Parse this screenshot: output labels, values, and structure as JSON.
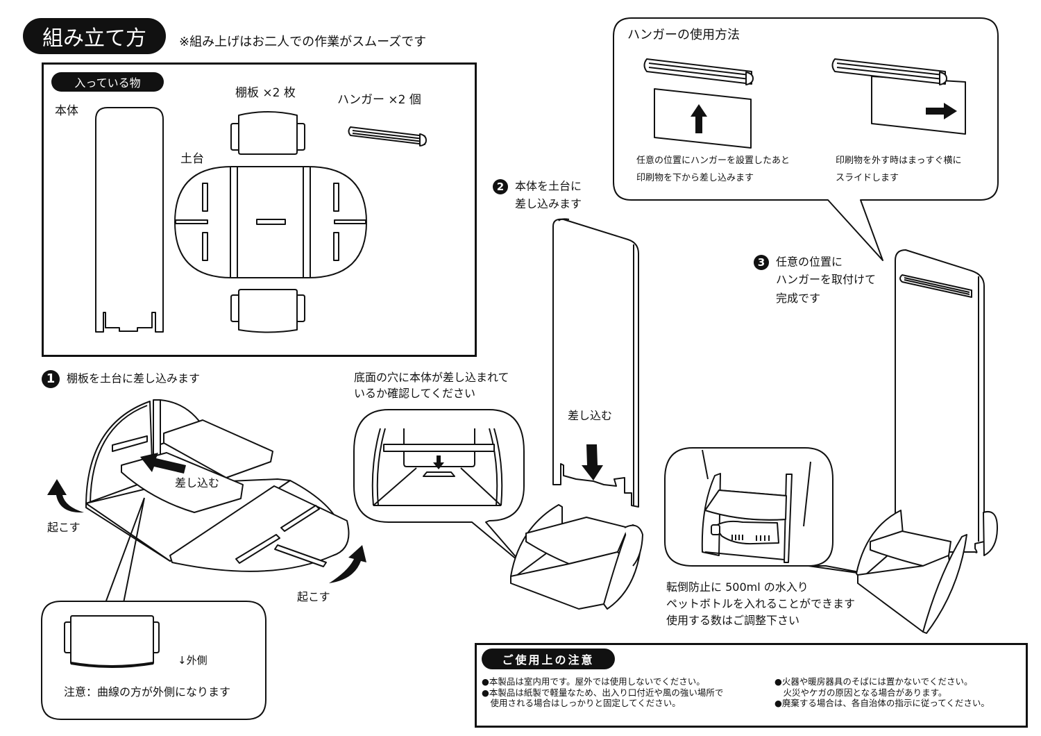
{
  "header": {
    "title": "組み立て方",
    "note": "※組み上げはお二人での作業がスムーズです"
  },
  "contents": {
    "badge": "入っている物",
    "main_body": "本体",
    "shelf": "棚板 ×2 枚",
    "hanger": "ハンガー ×2 個",
    "base": "土台"
  },
  "hanger_usage": {
    "title": "ハンガーの使用方法",
    "left_line1": "任意の位置にハンガーを設置したあと",
    "left_line2": "印刷物を下から差し込みます",
    "right_line1": "印刷物を外す時はまっすぐ横に",
    "right_line2": "スライドします"
  },
  "steps": [
    {
      "number": "1",
      "text": "棚板を土台に差し込みます"
    },
    {
      "number": "2",
      "line1": "本体を土台に",
      "line2": "差し込みます"
    },
    {
      "number": "3",
      "line1": "任意の位置に",
      "line2": "ハンガーを取付けて",
      "line3": "完成です"
    }
  ],
  "step1_labels": {
    "insert": "差し込む",
    "raise_left": "起こす",
    "raise_right": "起こす",
    "outside": "↓外側",
    "caution": "注意：曲線の方が外側になります"
  },
  "step2_labels": {
    "check_line1": "底面の穴に本体が差し込まれて",
    "check_line2": "いるか確認してください",
    "insert": "差し込む"
  },
  "bottle_note": {
    "line1": "転倒防止に 500ml の水入り",
    "line2": "ペットボトルを入れることができます",
    "line3": "使用する数はご調整下さい"
  },
  "precautions": {
    "title": "ご使用上の注意",
    "items_left": [
      "●本製品は室内用です。屋外では使用しないでください。",
      "●本製品は紙製で軽量なため、出入り口付近や風の強い場所で",
      "　使用される場合はしっかりと固定してください。"
    ],
    "items_right": [
      "●火器や暖房器具のそばには置かないでください。",
      "　火災やケガの原因となる場合があります。",
      "●廃棄する場合は、各自治体の指示に従ってください。"
    ]
  }
}
